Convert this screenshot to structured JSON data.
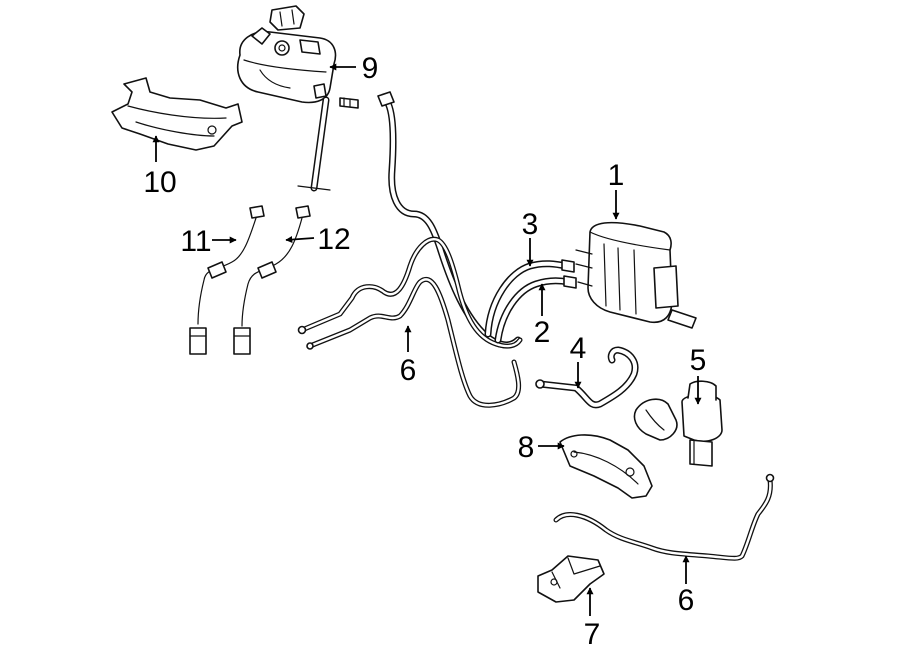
{
  "callouts": {
    "c1": "1",
    "c2": "2",
    "c3": "3",
    "c4": "4",
    "c5": "5",
    "c6a": "6",
    "c6b": "6",
    "c7": "7",
    "c8": "8",
    "c9": "9",
    "c10": "10",
    "c11": "11",
    "c12": "12"
  }
}
